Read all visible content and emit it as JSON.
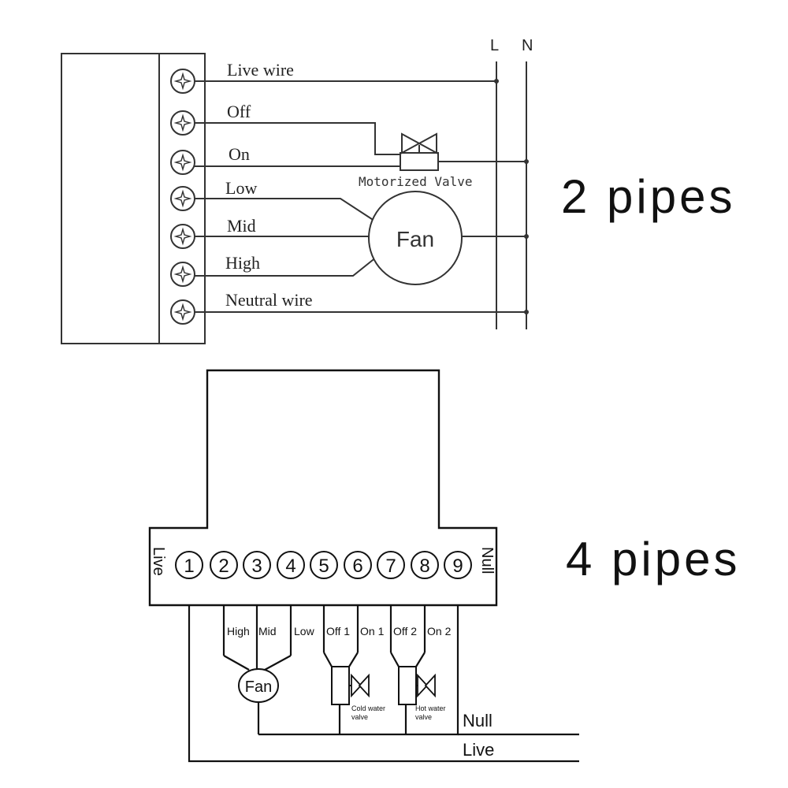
{
  "diagram1": {
    "title": "2 pipes",
    "bus_labels": [
      "L",
      "N"
    ],
    "terminals": [
      "Live wire",
      "Off",
      "On",
      "Low",
      "Mid",
      "High",
      "Neutral wire"
    ],
    "valve_label": "Motorized Valve",
    "fan_label": "Fan"
  },
  "diagram2": {
    "title": "4 pipes",
    "left_side_label": "Live",
    "right_side_label": "Null",
    "terminal_numbers": [
      "1",
      "2",
      "3",
      "4",
      "5",
      "6",
      "7",
      "8",
      "9"
    ],
    "wire_labels": [
      "High",
      "Mid",
      "Low",
      "Off 1",
      "On 1",
      "Off 2",
      "On 2"
    ],
    "fan_label": "Fan",
    "cold_valve_label": [
      "Cold water",
      "valve"
    ],
    "hot_valve_label": [
      "Hot water",
      "valve"
    ],
    "null_line_label": "Null",
    "live_line_label": "Live"
  }
}
